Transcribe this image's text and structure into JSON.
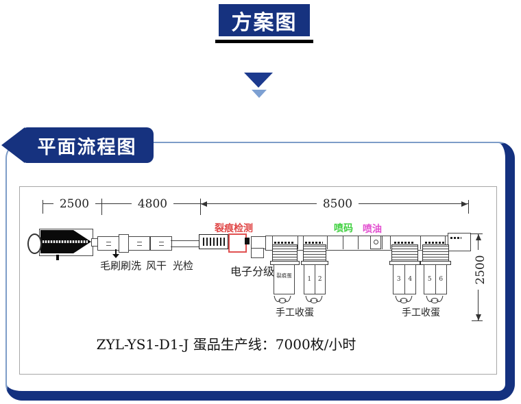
{
  "title": {
    "text": "方案图"
  },
  "icons": {
    "flow_arrow": "double-chevron-down-icon",
    "badge_pointer": "arrow-left-icon",
    "operator": "operator-person-icon"
  },
  "section_badge": {
    "label": "平面流程图"
  },
  "diagram": {
    "dimensions": {
      "top_left": "2500",
      "top_mid": "4800",
      "top_right": "8500",
      "right_vertical": "2500"
    },
    "station_labels": {
      "brush_wash": "毛刷刷洗",
      "air_dry": "风干",
      "light_inspect": "光检",
      "crack_detect": "裂痕检测",
      "electronic_grading": "电子分级",
      "ink_coding": "喷码",
      "oil_spray": "喷油"
    },
    "collection": {
      "cracked_egg_label": "裂痕蛋",
      "left_label": "手工收蛋",
      "right_label": "手工收蛋",
      "grade_numbers": [
        "1",
        "2",
        "3",
        "4",
        "5",
        "6"
      ]
    },
    "caption": "ZYL-YS1-D1-J 蛋品生产线：7000枚/小时"
  },
  "colors": {
    "navy": "#16327f",
    "panel_border_light": "#7d9cc8",
    "crack_red": "#e04848",
    "code_green": "#3ed03e",
    "oil_magenta": "#e24fd0"
  }
}
